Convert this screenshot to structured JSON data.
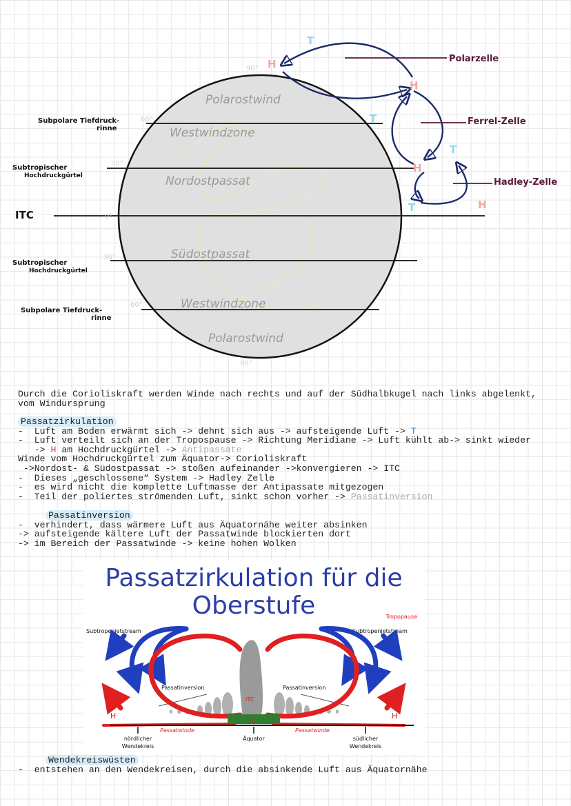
{
  "globe": {
    "degree_labels": [
      "90°",
      "60°",
      "30°",
      "0°",
      "30°",
      "60°",
      "90°"
    ],
    "zones": [
      "Polarostwind",
      "Westwindzone",
      "Nordostpassat",
      "Südostpassat",
      "Westwindzone",
      "Polarostwind"
    ],
    "left_labels": {
      "subpolar_north": [
        "Subpolare Tiefdruck-",
        "rinne"
      ],
      "subtropic_north": [
        "Subtropischer",
        "Hochdruckgürtel"
      ],
      "itc": "ITC",
      "subtropic_south": [
        "Subtropischer",
        "Hochdruckgürtel"
      ],
      "subpolar_south": [
        "Subpolare Tiefdruck-",
        "rinne"
      ]
    },
    "cells": {
      "polar": "Polarzelle",
      "ferrel": "Ferrel-Zelle",
      "hadley": "Hadley-Zelle"
    },
    "pressure": {
      "H": "H",
      "T": "T"
    }
  },
  "text": {
    "intro": [
      "Durch die Corioliskraft werden Winde nach rechts und auf der Südhalbkugel nach links abgelenkt,",
      "vom Windursprung"
    ],
    "heading1": "Passatzirkulation",
    "p1_a": "-  Luft am Boden erwärmt sich -> dehnt sich aus -> aufsteigende Luft -> ",
    "p1_a_t": "T",
    "p1_b": "-  Luft verteilt sich an der Tropospause -> Richtung Meridiane -> Luft kühlt ab-> sinkt wieder",
    "p1_c_pre": "   -> ",
    "p1_c_h": "H",
    "p1_c_mid": " am Hochdruckgürtel -> ",
    "p1_c_grey": "Antipassate",
    "p1_d": "Winde vom Hochdruckgürtel zum Äquator-> Corioliskraft",
    "p1_e": " ->Nordost- & Südostpassat -> stoßen aufeinander ->konvergieren -> ITC",
    "p1_f": "-  Dieses „geschlossene“ System -> Hadley Zelle",
    "p1_g": "-  es wird nicht die komplette Luftmasse der Antipassate mitgezogen",
    "p1_h_pre": "-  Teil der poliertes strömenden Luft, sinkt schon vorher -> ",
    "p1_h_grey": "Passatinversion",
    "heading2": "Passatinversion",
    "p2": [
      "-  verhindert, dass wärmere Luft aus Äquatornähe weiter absinken",
      "-> aufsteigende kältere Luft der Passatwinde blockierten dort",
      "-> im Bereich der Passatwinde -> keine hohen Wolken"
    ],
    "heading3": "Wendekreiswüsten",
    "p3": "-  entstehen an den Wendekreisen, durch die absinkende Luft aus Äquatornähe"
  },
  "banner": {
    "title1": "Passatzirkulation für die",
    "title2": "Oberstufe",
    "tropopause": "Tropopause",
    "jet_left": "Subtropenjetstream",
    "jet_right": "Subtropenjetstream",
    "inv_left": "Passatinversion",
    "inv_right": "Passatinversion",
    "itc": "ITC",
    "h_left": "H",
    "h_right": "H",
    "t_center": "T",
    "passat_left": "Passatwinde",
    "passat_right": "Passatwinde",
    "north_tropic": [
      "nördlicher",
      "Wendekreis"
    ],
    "equator": "Äquator",
    "south_tropic": [
      "südlicher",
      "Wendekreis"
    ]
  },
  "colors": {
    "cell_label": "#5a1a3c",
    "arrow": "#1c2a6e",
    "h_pink": "#f3a6a6",
    "t_cyan": "#8fd6f0",
    "banner_blue": "#1f3fbf",
    "banner_red": "#e02020",
    "banner_title": "#2b3fa8"
  }
}
